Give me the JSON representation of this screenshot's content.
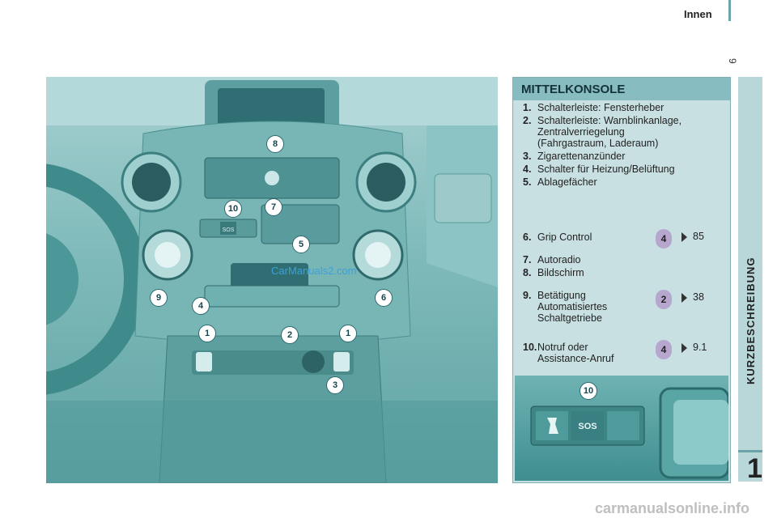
{
  "header": {
    "section_title": "Innen"
  },
  "page_number": "9",
  "sidebar": {
    "label": "KURZBESCHREIBUNG",
    "chapter": "1"
  },
  "panel": {
    "title": "MITTELKONSOLE",
    "items": [
      {
        "num": "1.",
        "lines": [
          "Schalterleiste: Fensterheber"
        ]
      },
      {
        "num": "2.",
        "lines": [
          "Schalterleiste: Warnblinkanlage,",
          "Zentralverriegelung",
          "(Fahrgastraum, Laderaum)"
        ]
      },
      {
        "num": "3.",
        "lines": [
          "Zigarettenanzünder"
        ]
      },
      {
        "num": "4.",
        "lines": [
          "Schalter für Heizung/Belüftung"
        ]
      },
      {
        "num": "5.",
        "lines": [
          "Ablagefächer"
        ]
      },
      {
        "num": "6.",
        "lines": [
          "Grip Control"
        ],
        "ref_chapter": "4",
        "ref_page": "85"
      },
      {
        "num": "7.",
        "lines": [
          "Autoradio"
        ]
      },
      {
        "num": "8.",
        "lines": [
          "Bildschirm"
        ]
      },
      {
        "num": "9.",
        "lines": [
          "Betätigung",
          "Automatisiertes",
          "Schaltgetriebe"
        ],
        "ref_chapter": "2",
        "ref_page": "38"
      },
      {
        "num": "10.",
        "lines": [
          "Notruf oder",
          "Assistance-Anruf"
        ],
        "ref_chapter": "4",
        "ref_page": "9.1"
      }
    ]
  },
  "photo": {
    "callouts": [
      "8",
      "10",
      "7",
      "5",
      "9",
      "4",
      "6",
      "1",
      "2",
      "1",
      "3"
    ],
    "button_labels": {
      "sos": "SOS"
    },
    "watermark": "CarManuals2.com"
  },
  "inset": {
    "callout": "10",
    "sos_label": "SOS"
  },
  "footer": {
    "watermark": "carmanualsonline.info"
  },
  "colors": {
    "accent": "#6aa3a8",
    "panel_bg": "#c9e0e2",
    "panel_header": "#87bdc0",
    "badge": "#b7a7cf",
    "teal": "#5fa3a3"
  }
}
